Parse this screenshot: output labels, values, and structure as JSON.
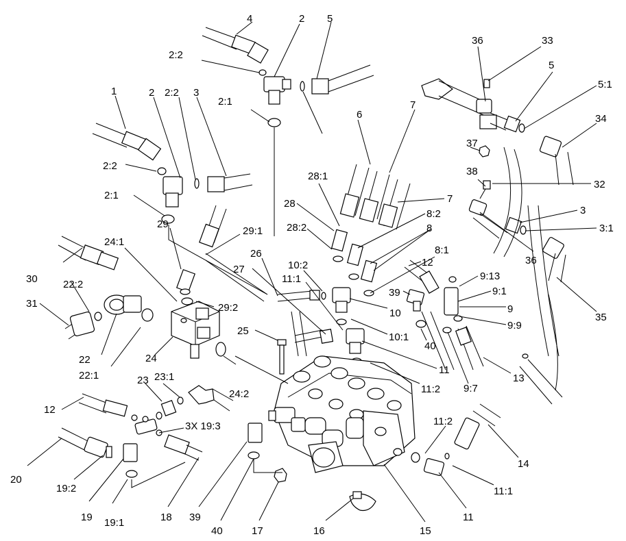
{
  "callouts": [
    "1",
    "2",
    "2:2",
    "3",
    "2:1",
    "4",
    "2",
    "2:2",
    "5",
    "2:1",
    "2:2",
    "6",
    "7",
    "28:1",
    "7",
    "28",
    "8:2",
    "8",
    "28:2",
    "29",
    "29:1",
    "24:1",
    "30",
    "22:2",
    "31",
    "22",
    "22:1",
    "24",
    "29:2",
    "27",
    "26",
    "10:2",
    "11:1",
    "10",
    "10:1",
    "25",
    "8:1",
    "12",
    "39",
    "40",
    "9:13",
    "9:1",
    "9",
    "9:9",
    "11",
    "11:2",
    "24:2",
    "23",
    "23:1",
    "12",
    "3X 19:3",
    "20",
    "19:2",
    "19",
    "19:1",
    "18",
    "39",
    "40",
    "17",
    "16",
    "15",
    "11",
    "11:1",
    "11:2",
    "14",
    "13",
    "9:7",
    "36",
    "33",
    "5",
    "5:1",
    "34",
    "37",
    "38",
    "32",
    "3",
    "3:1",
    "36",
    "35"
  ]
}
